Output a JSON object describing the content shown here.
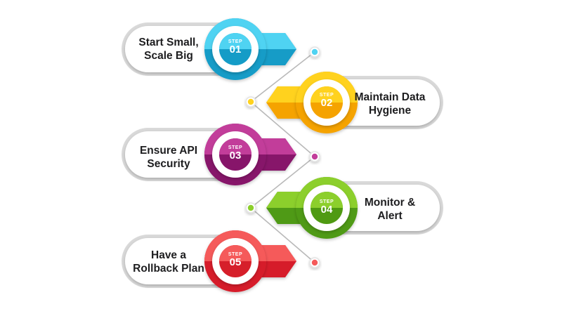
{
  "steps": [
    {
      "step_word": "STEP",
      "number": "01",
      "line1": "Start Small,",
      "line2": "Scale Big",
      "colors": {
        "light": "#4fd3f2",
        "dark": "#149cc7"
      }
    },
    {
      "step_word": "STEP",
      "number": "02",
      "line1": "Maintain Data",
      "line2": "Hygiene",
      "colors": {
        "light": "#ffd21e",
        "dark": "#f5a300"
      }
    },
    {
      "step_word": "STEP",
      "number": "03",
      "line1": "Ensure API",
      "line2": "Security",
      "colors": {
        "light": "#c23d9a",
        "dark": "#87156a"
      }
    },
    {
      "step_word": "STEP",
      "number": "04",
      "line1": "Monitor &",
      "line2": "Alert",
      "colors": {
        "light": "#8ccf2c",
        "dark": "#4f9a12"
      }
    },
    {
      "step_word": "STEP",
      "number": "05",
      "line1": "Have a",
      "line2": "Rollback Plan",
      "colors": {
        "light": "#f55a5a",
        "dark": "#d61f2a"
      }
    }
  ],
  "connector_color": "#b9b9b9"
}
